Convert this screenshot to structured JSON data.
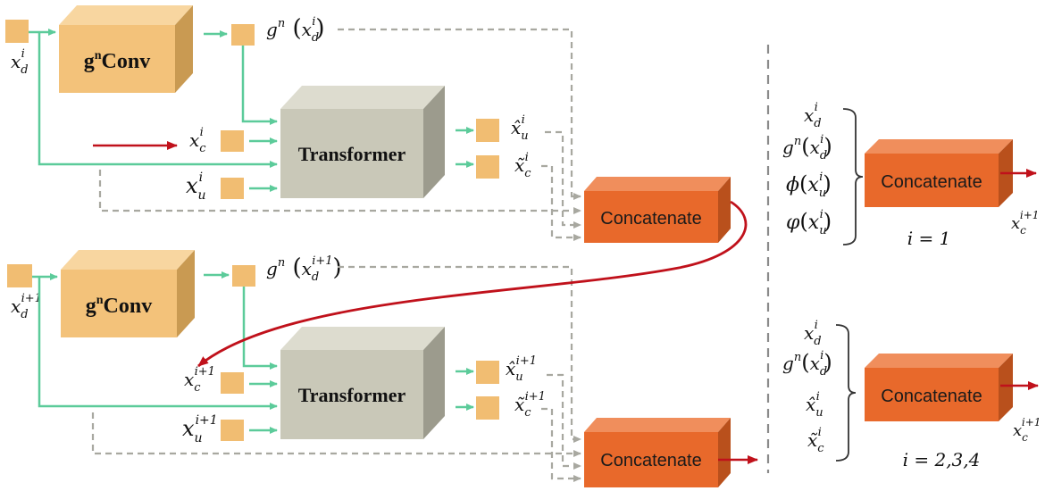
{
  "colors": {
    "gconv_front": "#F3C27A",
    "gconv_top": "#F8D6A0",
    "gconv_side": "#C99A52",
    "transformer_front": "#C9C8B8",
    "transformer_top": "#DDDCCF",
    "transformer_side": "#9C9B8D",
    "concat_front": "#E8692B",
    "concat_top": "#F08E5C",
    "concat_side": "#B9501C",
    "small_square": "#F1BD72",
    "green_arrow": "#5CCB9A",
    "red_arrow": "#C0111B",
    "dashed_gray": "#A8A8A0",
    "divider": "#8A8A8A"
  },
  "top_block": {
    "input_xd": "x",
    "input_xd_sub": "d",
    "input_xd_sup": "i",
    "gconv_label_g": "g",
    "gconv_label_n": "n",
    "gconv_label_rest": "Conv",
    "gconv_out_label": "g",
    "gconv_out_sup": "n",
    "gconv_out_arg": "x",
    "gconv_out_arg_sub": "d",
    "gconv_out_arg_sup": "i",
    "xc_label": "x",
    "xc_sub": "c",
    "xc_sup": "i",
    "xu_label": "x",
    "xu_sub": "u",
    "xu_sup": "i",
    "transformer_label": "Transformer",
    "out_u_label": "x̂",
    "out_u_sub": "u",
    "out_u_sup": "i",
    "out_c_label": "x̃",
    "out_c_sub": "c",
    "out_c_sup": "i",
    "concat_label": "Concatenate"
  },
  "bottom_block": {
    "input_xd": "x",
    "input_xd_sub": "d",
    "input_xd_sup": "i+1",
    "gconv_label_g": "g",
    "gconv_label_n": "n",
    "gconv_label_rest": "Conv",
    "gconv_out_label": "g",
    "gconv_out_sup": "n",
    "gconv_out_arg": "x",
    "gconv_out_arg_sub": "d",
    "gconv_out_arg_sup": "i+1",
    "xc_label": "x",
    "xc_sub": "c",
    "xc_sup": "i+1",
    "xu_label": "x",
    "xu_sub": "u",
    "xu_sup": "i+1",
    "transformer_label": "Transformer",
    "out_u_label": "x̂",
    "out_u_sub": "u",
    "out_u_sup": "i+1",
    "out_c_label": "x̃",
    "out_c_sub": "c",
    "out_c_sup": "i+1",
    "concat_label": "Concatenate"
  },
  "legend_top": {
    "items": [
      {
        "fn": "",
        "var": "x",
        "sub": "d",
        "sup": "i"
      },
      {
        "fn": "g",
        "fn_sup": "n",
        "var": "x",
        "sub": "d",
        "sup": "i"
      },
      {
        "fn": "ϕ",
        "fn_sup": "",
        "var": "x",
        "sub": "u",
        "sup": "i"
      },
      {
        "fn": "φ",
        "fn_sup": "",
        "var": "x",
        "sub": "u",
        "sup": "i"
      }
    ],
    "concat_label": "Concatenate",
    "output_var": "x",
    "output_sub": "c",
    "output_sup": "i+1",
    "condition": "i = 1"
  },
  "legend_bottom": {
    "items": [
      {
        "fn": "",
        "var": "x",
        "sub": "d",
        "sup": "i"
      },
      {
        "fn": "g",
        "fn_sup": "n",
        "var": "x",
        "sub": "d",
        "sup": "i"
      },
      {
        "fn": "",
        "var": "x̂",
        "sub": "u",
        "sup": "i"
      },
      {
        "fn": "",
        "var": "x̃",
        "sub": "c",
        "sup": "i"
      }
    ],
    "concat_label": "Concatenate",
    "output_var": "x",
    "output_sub": "c",
    "output_sup": "i+1",
    "condition": "i = 2,3,4"
  }
}
